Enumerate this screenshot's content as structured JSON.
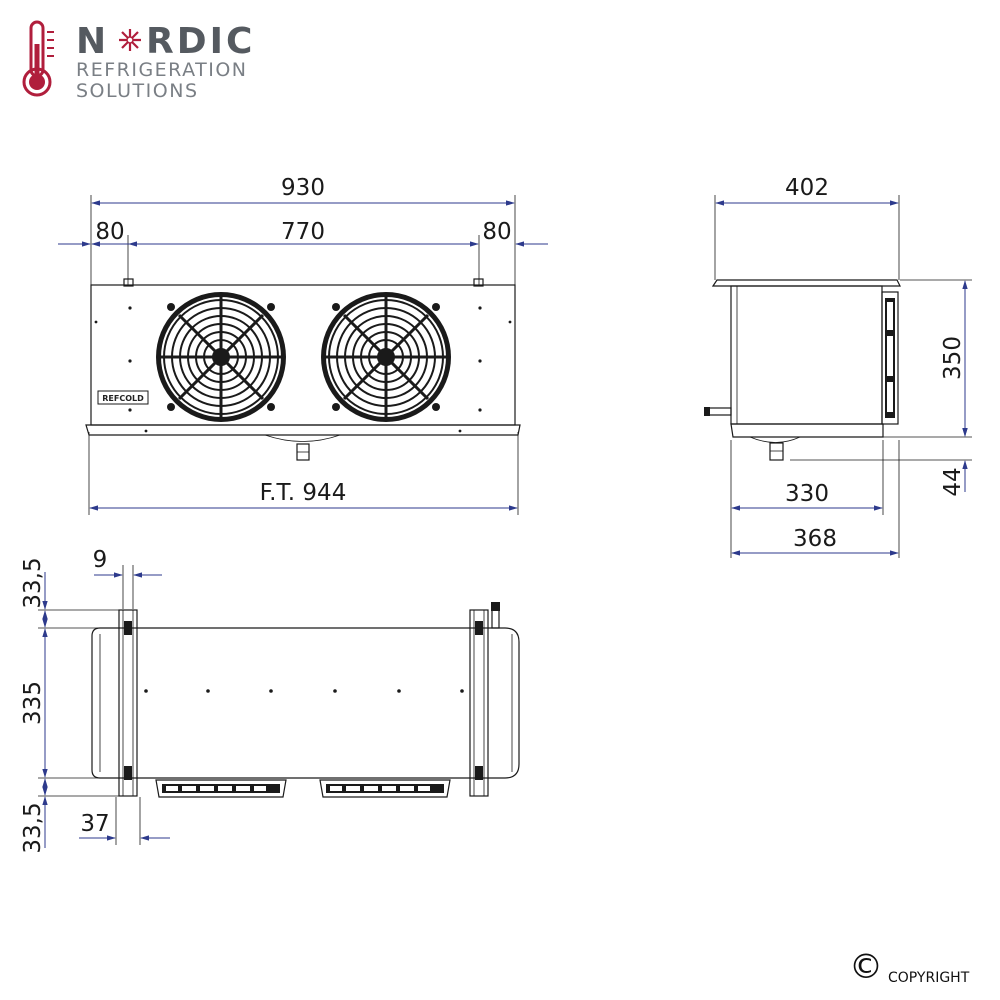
{
  "logo": {
    "word_before": "N",
    "word_after": "RDIC",
    "line2": "REFRIGERATION",
    "line3": "SOLUTIONS",
    "accent_color": "#b01e3c",
    "text_color": "#555a60"
  },
  "front_view": {
    "overall_width": "930",
    "edge_left": "80",
    "center_span": "770",
    "edge_right": "80",
    "total_with_tray": "F.T. 944",
    "brand_plate": "REFCOLD"
  },
  "side_view": {
    "top_width": "402",
    "height": "350",
    "drain_height": "44",
    "body_depth": "330",
    "overall_depth": "368"
  },
  "top_view": {
    "bracket_width": "9",
    "top_offset": "33,5",
    "body_depth": "335",
    "bottom_offset": "33,5",
    "bracket_offset": "37"
  },
  "footer": {
    "copyright_symbol": "©",
    "copyright_text": "COPYRIGHT"
  },
  "colors": {
    "dimension_line": "#2d3a8c",
    "outline": "#1a1a1a"
  }
}
